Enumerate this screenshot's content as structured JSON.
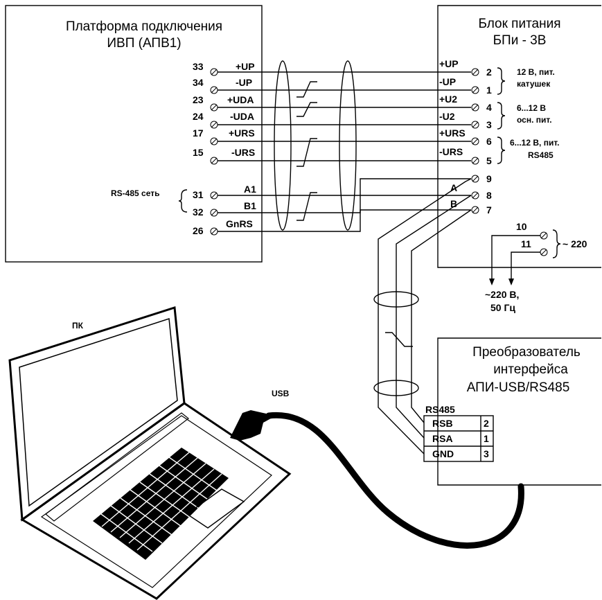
{
  "platform": {
    "title_line1": "Платформа подключения",
    "title_line2": "ИВП (АПВ1)",
    "terminals": [
      {
        "num": "33",
        "label": "+UP"
      },
      {
        "num": "34",
        "label": "-UP"
      },
      {
        "num": "23",
        "label": "+UDA"
      },
      {
        "num": "24",
        "label": "-UDA"
      },
      {
        "num": "17",
        "label": "+URS"
      },
      {
        "num": "15",
        "label": "-URS"
      },
      {
        "num": "31",
        "label": "A1"
      },
      {
        "num": "32",
        "label": "B1"
      },
      {
        "num": "26",
        "label": "GnRS"
      }
    ],
    "rs485_label": "RS-485 сеть"
  },
  "psu": {
    "title_line1": "Блок питания",
    "title_line2": "БПи - 3В",
    "terminals": [
      {
        "num": "2",
        "label": "+UP"
      },
      {
        "num": "1",
        "label": "-UP"
      },
      {
        "num": "4",
        "label": "+U2"
      },
      {
        "num": "3",
        "label": "-U2"
      },
      {
        "num": "6",
        "label": "+URS"
      },
      {
        "num": "5",
        "label": "-URS"
      },
      {
        "num": "9",
        "label": ""
      },
      {
        "num": "8",
        "label": "A"
      },
      {
        "num": "7",
        "label": "B"
      }
    ],
    "notes": [
      {
        "line1": "12 В, пит.",
        "line2": "катушек"
      },
      {
        "line1": "6...12 В",
        "line2": "осн. пит."
      },
      {
        "line1": "6...12 В, пит.",
        "line2": "RS485"
      }
    ],
    "mains_terms": [
      "10",
      "11"
    ],
    "mains_label": "~ 220",
    "mains_out_line1": "~220 В,",
    "mains_out_line2": "50 Гц"
  },
  "converter": {
    "title_line1": "Преобразователь",
    "title_line2": "интерфейса",
    "title_line3": "АПИ-USB/RS485",
    "port_label": "RS485",
    "pins": [
      {
        "label": "RSB",
        "num": "2"
      },
      {
        "label": "RSA",
        "num": "1"
      },
      {
        "label": "GND",
        "num": "3"
      }
    ]
  },
  "pc_label": "ПК",
  "usb_label": "USB"
}
